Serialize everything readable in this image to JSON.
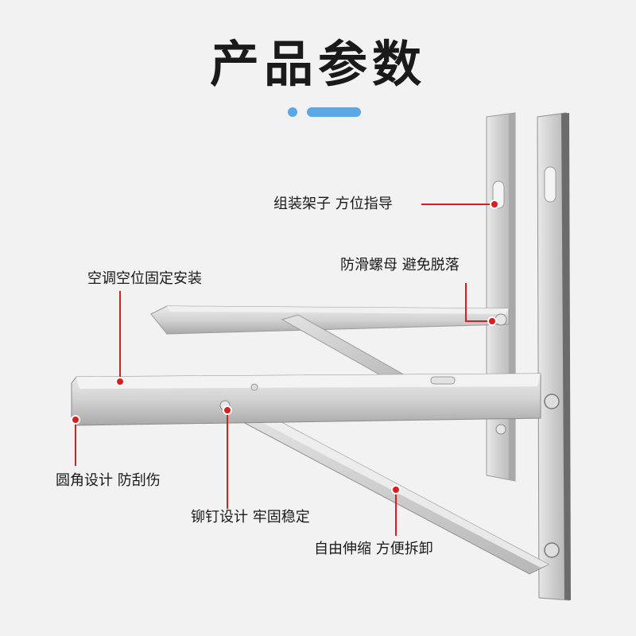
{
  "title": "产品参数",
  "colors": {
    "accent": "#5aa8e6",
    "callout": "#d81e1e",
    "steel": "#c9c9c9"
  },
  "callouts": {
    "assembly": "组装架子 方位指导",
    "nut": "防滑螺母 避免脱落",
    "install": "空调空位固定安装",
    "corner": "圆角设计 防刮伤",
    "rivet": "铆钉设计 牢固稳定",
    "telescopic": "自由伸缩 方便拆卸"
  }
}
